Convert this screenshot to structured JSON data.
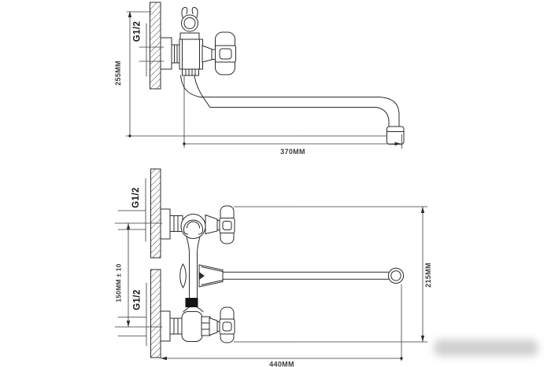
{
  "side_view": {
    "thread_label": "G1/2",
    "mount_height_label": "255MM",
    "spout_reach_label": "370MM"
  },
  "front_view": {
    "thread_label_top": "G1/2",
    "thread_label_bottom": "G1/2",
    "connection_spacing_label": "150MM ± 10",
    "overall_height_label": "215MM",
    "overall_length_label": "440MM"
  },
  "colors": {
    "background": "#ffffff",
    "drawing_line": "#2b2b2b",
    "dimension_text": "#3c3c3c",
    "thread_text": "#161616",
    "black_band": "#151515",
    "watermark_blur": "#c4c4c4"
  }
}
